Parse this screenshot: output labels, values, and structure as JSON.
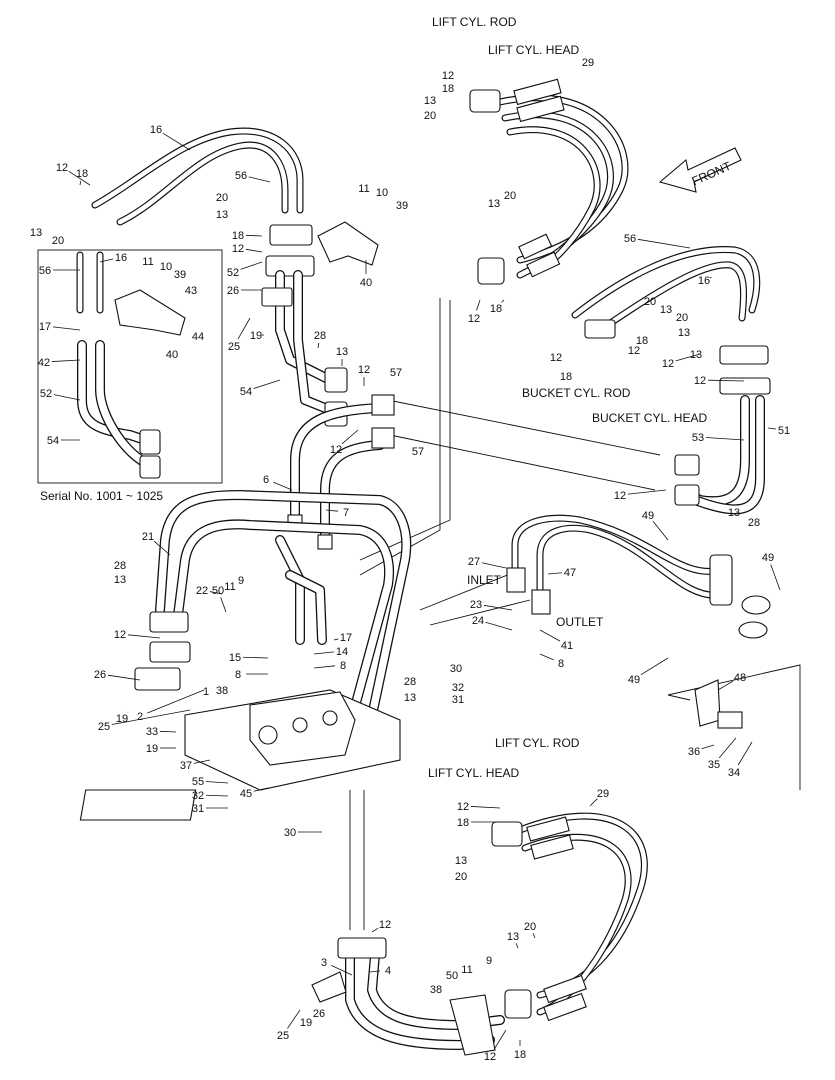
{
  "captions": {
    "lift_cyl_rod_top": "LIFT CYL. ROD",
    "lift_cyl_head_top": "LIFT CYL. HEAD",
    "front": "FRONT",
    "bucket_cyl_rod": "BUCKET CYL. ROD",
    "bucket_cyl_head": "BUCKET CYL. HEAD",
    "inlet": "INLET",
    "outlet": "OUTLET",
    "lift_cyl_rod_bottom": "LIFT CYL. ROD",
    "lift_cyl_head_bottom": "LIFT CYL. HEAD",
    "serial_note": "Serial No. 1001 ~ 1025"
  },
  "callouts": [
    "29",
    "12",
    "18",
    "13",
    "20",
    "16",
    "12",
    "18",
    "56",
    "13",
    "20",
    "20",
    "13",
    "18",
    "12",
    "11",
    "10",
    "39",
    "40",
    "52",
    "26",
    "25",
    "19",
    "28",
    "13",
    "54",
    "12",
    "57",
    "12",
    "57",
    "6",
    "7",
    "20",
    "13",
    "12",
    "18",
    "56",
    "16",
    "20",
    "13",
    "20",
    "13",
    "18",
    "12",
    "12",
    "13",
    "12",
    "18",
    "12",
    "51",
    "53",
    "12",
    "13",
    "28",
    "49",
    "49",
    "49",
    "27",
    "47",
    "23",
    "24",
    "41",
    "8",
    "48",
    "36",
    "35",
    "34",
    "21",
    "22",
    "28",
    "13",
    "50",
    "11",
    "9",
    "12",
    "26",
    "25",
    "19",
    "2",
    "1",
    "38",
    "15",
    "8",
    "17",
    "14",
    "8",
    "30",
    "28",
    "32",
    "13",
    "31",
    "33",
    "19",
    "37",
    "55",
    "32",
    "31",
    "45",
    "30",
    "12",
    "18",
    "13",
    "20",
    "29",
    "12",
    "3",
    "4",
    "38",
    "50",
    "11",
    "9",
    "13",
    "20",
    "12",
    "18",
    "25",
    "19",
    "26",
    "16",
    "11",
    "10",
    "39",
    "43",
    "56",
    "44",
    "17",
    "42",
    "40",
    "52",
    "54"
  ]
}
